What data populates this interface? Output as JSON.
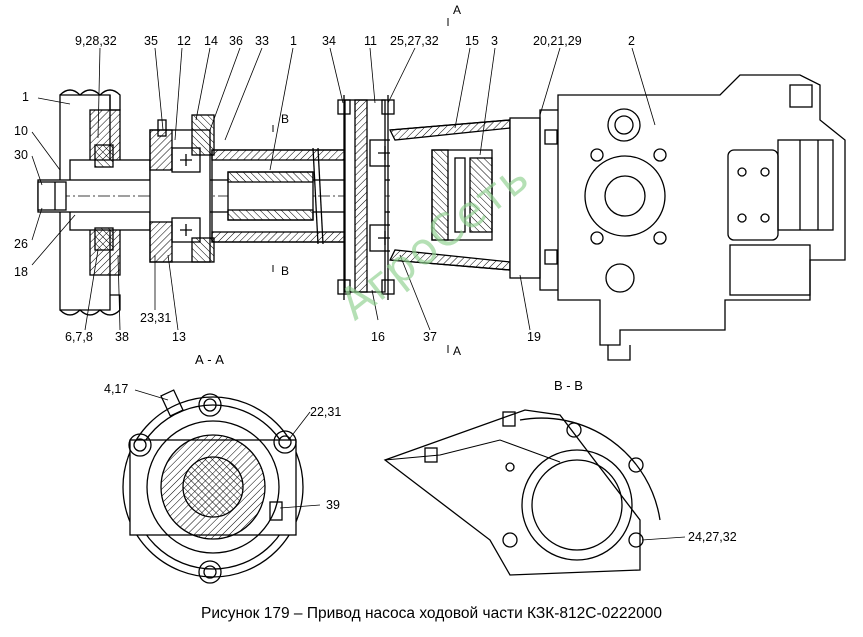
{
  "caption": "Рисунок 179 – Привод насоса ходовой части КЗК-812С-0222000",
  "watermark": "АгроСеть",
  "sections": {
    "aa": "А - А",
    "bb": "В - В"
  },
  "section_marks": {
    "a": "А",
    "b": "В"
  },
  "callouts": {
    "c1": "1",
    "c9_28_32": "9,28,32",
    "c35": "35",
    "c12": "12",
    "c14": "14",
    "c36": "36",
    "c33": "33",
    "c1b": "1",
    "c34": "34",
    "c11": "11",
    "c25_27_32": "25,27,32",
    "c15": "15",
    "c3": "3",
    "c20_21_29": "20,21,29",
    "c2": "2",
    "c10": "10",
    "c30": "30",
    "c26": "26",
    "c18": "18",
    "c6_7_8": "6,7,8",
    "c38": "38",
    "c23_31": "23,31",
    "c13": "13",
    "c16": "16",
    "c37": "37",
    "c19": "19",
    "c4_17": "4,17",
    "c22_31": "22,31",
    "c39": "39",
    "c24_27_32": "24,27,32"
  }
}
